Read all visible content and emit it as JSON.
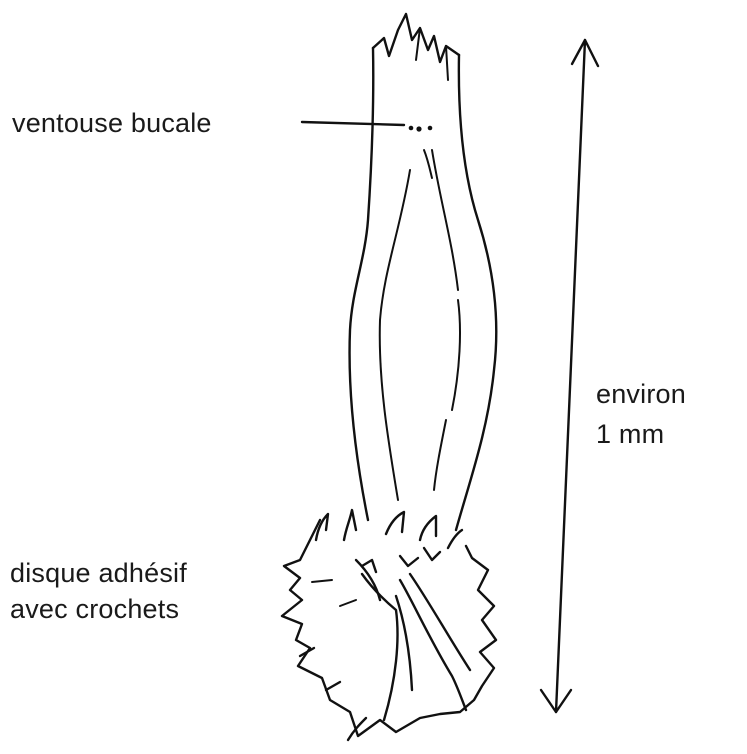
{
  "labels": {
    "oral_sucker": "ventouse bucale",
    "adhesive_disc_line1": "disque adhésif",
    "adhesive_disc_line2": "avec crochets",
    "size_line1": "environ",
    "size_line2": "1 mm"
  },
  "colors": {
    "ink": "#111111",
    "background": "#ffffff"
  }
}
